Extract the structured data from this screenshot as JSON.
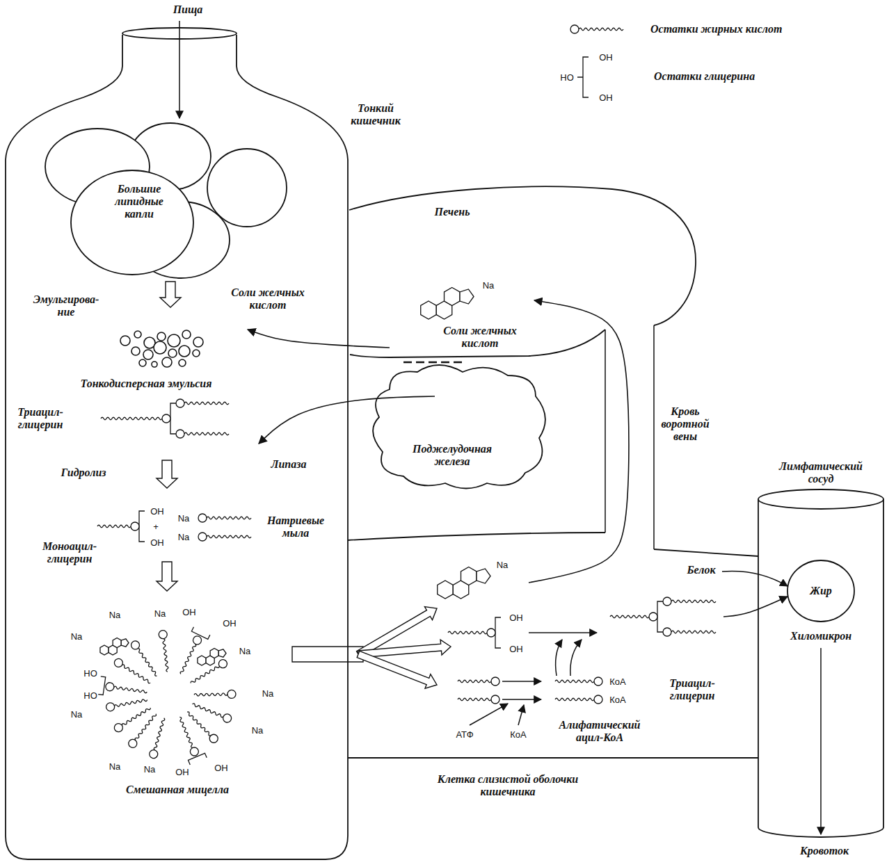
{
  "diagram": {
    "nodes": [
      {
        "text": [
          "Тонкий кишечник"
        ]
      },
      {
        "text": [
          "Большие липидные капли"
        ],
        "in": 0
      },
      {
        "text": [
          "Печень",
          "Соли желчных кислот"
        ]
      },
      {
        "text": [
          "Поджелудочная железа"
        ]
      },
      {
        "text": [
          "Клетка слизистой оболочки кишечника"
        ]
      },
      {
        "text": [
          "Лимфатический сосуд",
          "Хиломикрон"
        ]
      },
      {
        "text": [
          "Жир"
        ],
        "in": 5
      }
    ],
    "edges": [
      {
        "from": 2,
        "to": 0,
        "label": "Соли желчных кислот",
        "arrow": "to"
      },
      {
        "from": 3,
        "to": 0,
        "label": "Липаза",
        "arrow": "to"
      },
      {
        "from": 4,
        "to": 2,
        "label": "Кровь воротной вены",
        "arrow": "to"
      },
      {
        "from": 4,
        "to": 6,
        "arrow": "to"
      }
    ],
    "labels": [
      "Пища",
      "HO",
      "OH",
      "OH",
      "Эмульгирова- ние",
      "Тонкодисперсная эмульсия",
      "Триацил- глицерин",
      "Гидролиз",
      "OH",
      "+",
      "OH",
      "Моноацил- глицерин",
      "Na",
      "Na",
      "Натриевые мыла",
      "Na",
      "Na",
      "Na",
      "Na",
      "Na",
      "Na",
      "Na",
      "Na",
      "Na",
      "OH",
      "OH",
      "HO",
      "HO",
      "OH",
      "OH",
      "Смешанная мицелла",
      "Na",
      "Na",
      "OH",
      "OH",
      "КоА",
      "КоА",
      "АТФ",
      "КоА",
      "Алифатический ацил-КоА",
      "Триацил- глицерин",
      "Белок",
      "Кровоток"
    ],
    "legend": [
      {
        "text": "Остатки жирных кислот"
      },
      {
        "text": "Остатки глицерина"
      }
    ]
  }
}
